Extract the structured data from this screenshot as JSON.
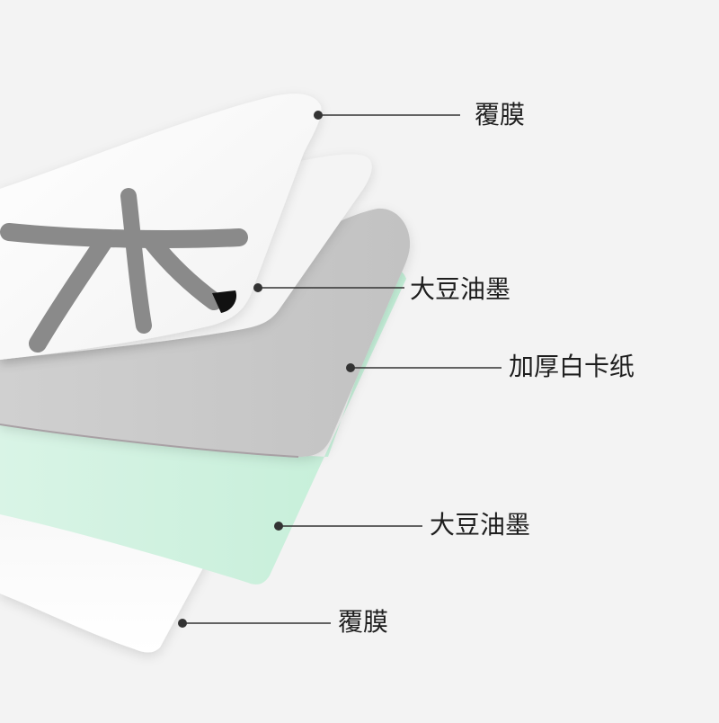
{
  "colors": {
    "background": "#f3f3f3",
    "film": "#ffffff",
    "paper": "#c9c9c9",
    "green_ink": "#c9f0dc",
    "glyph": "#8a8a8a",
    "leader": "#333333"
  },
  "diagram": {
    "card_glyph": "木",
    "labels": [
      "覆膜",
      "大豆油墨",
      "加厚白卡纸",
      "大豆油墨",
      "覆膜"
    ]
  }
}
